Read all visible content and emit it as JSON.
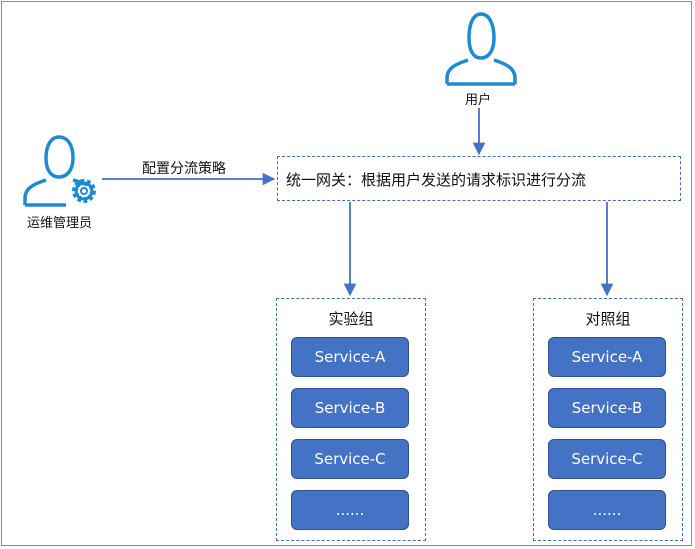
{
  "actors": {
    "user_label": "用户",
    "ops_label": "运维管理员"
  },
  "edges": {
    "config_label": "配置分流策略"
  },
  "gateway": {
    "text": "统一网关：根据用户发送的请求标识进行分流"
  },
  "groups": [
    {
      "title": "实验组",
      "services": [
        "Service-A",
        "Service-B",
        "Service-C",
        "......"
      ]
    },
    {
      "title": "对照组",
      "services": [
        "Service-A",
        "Service-B",
        "Service-C",
        "......"
      ]
    }
  ],
  "colors": {
    "accent": "#4472c4",
    "icon": "#1e8ad2",
    "border": "#4a6fb0"
  }
}
